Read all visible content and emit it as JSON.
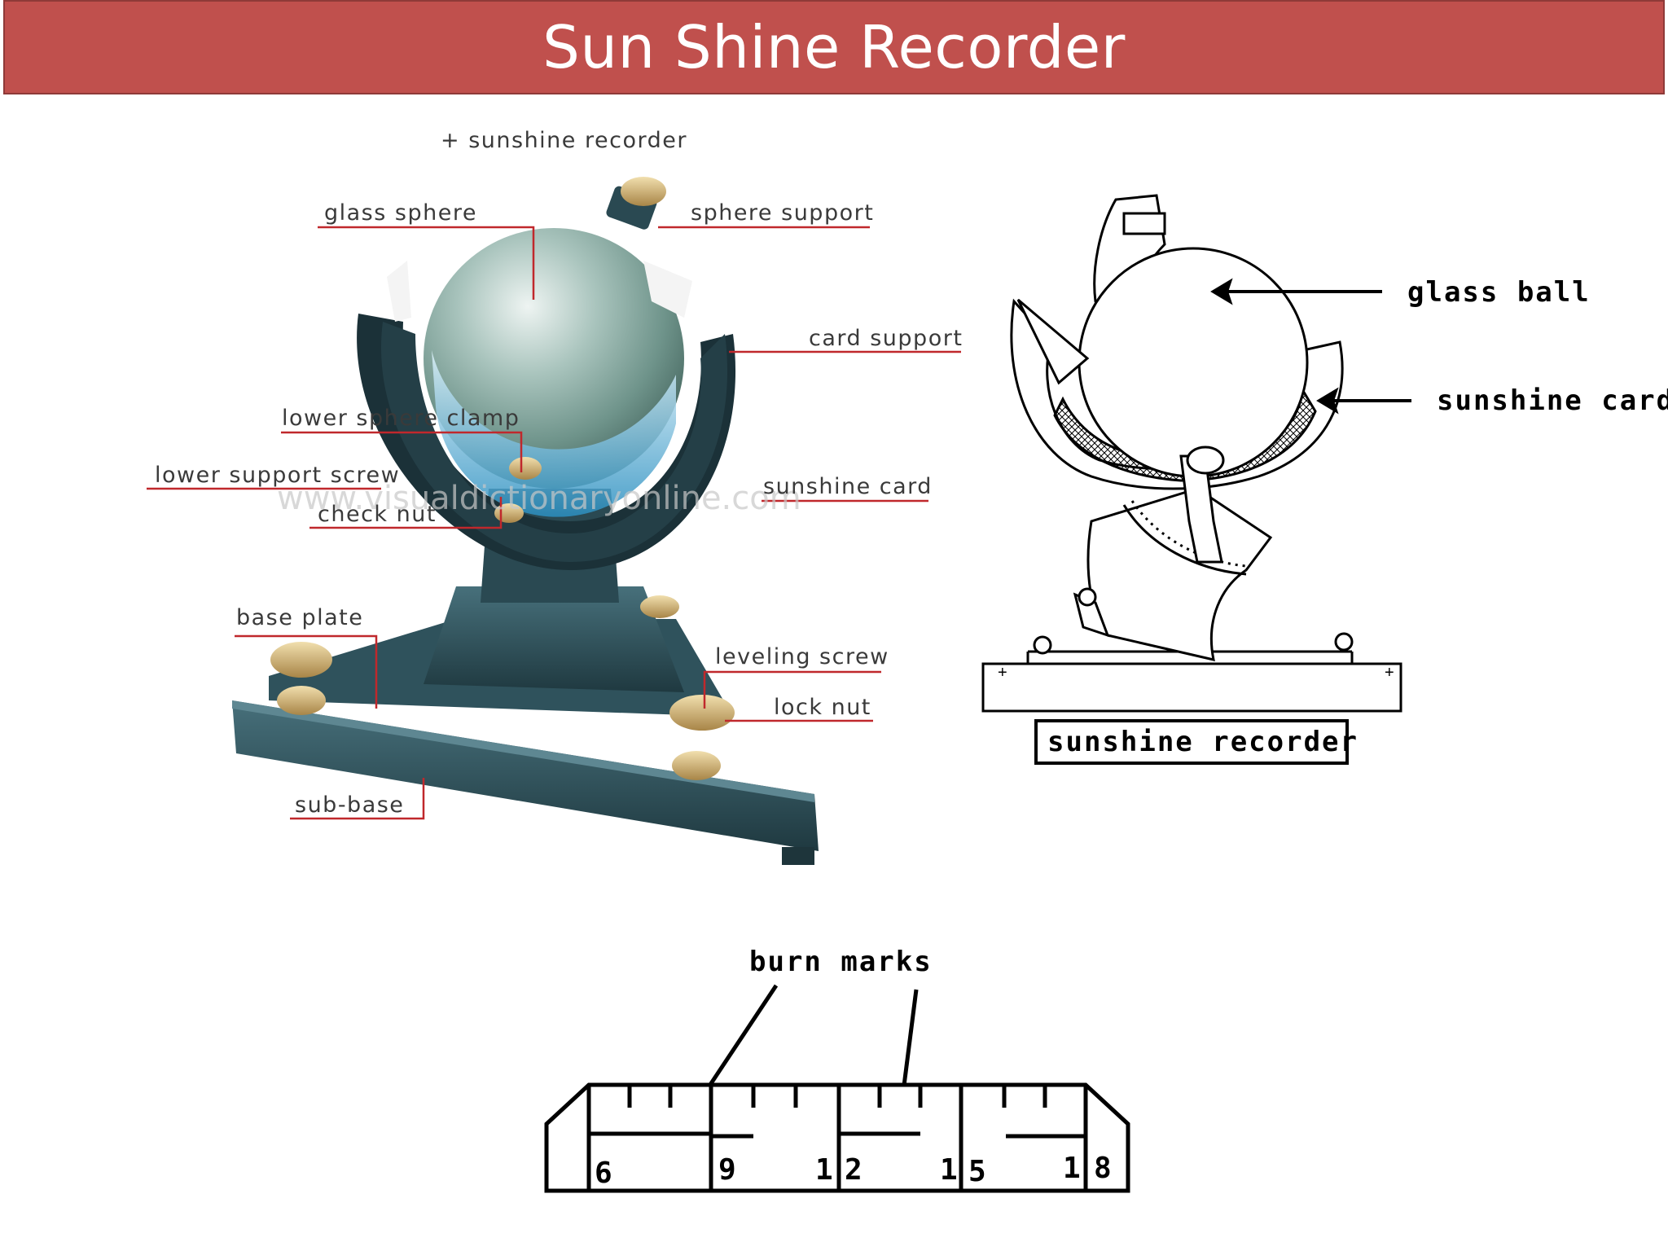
{
  "title": "Sun Shine Recorder",
  "colors": {
    "title_bar": "#c0504d",
    "leader": "#c0282c",
    "metal": "#2c4a55",
    "brass": "#c8a96b"
  },
  "rendered_diagram": {
    "header": "+ sunshine recorder",
    "labels": {
      "glass_sphere": "glass sphere",
      "sphere_support": "sphere support",
      "card_support": "card support",
      "lower_sphere_clamp": "lower sphere clamp",
      "lower_support_screw": "lower support screw",
      "sunshine_card": "sunshine card",
      "check_nut": "check nut",
      "base_plate": "base plate",
      "leveling_screw": "leveling screw",
      "lock_nut": "lock nut",
      "sub_base": "sub-base"
    },
    "watermark": "www.visualdictionaryonline.com"
  },
  "line_drawing": {
    "glass_ball": "glass ball",
    "sunshine_card": "sunshine card",
    "caption": "sunshine recorder"
  },
  "burn_card": {
    "label": "burn marks",
    "numbers": [
      "6",
      "9",
      "1",
      "2",
      "1",
      "5",
      "1",
      "8"
    ]
  }
}
